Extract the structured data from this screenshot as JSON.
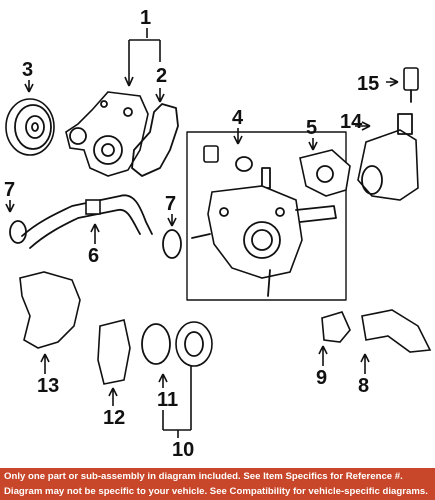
{
  "diagram": {
    "callouts": [
      "1",
      "2",
      "3",
      "4",
      "5",
      "6",
      "7",
      "7",
      "8",
      "9",
      "10",
      "11",
      "12",
      "13",
      "14",
      "15"
    ]
  },
  "footer": {
    "line1": "Only one part or sub-assembly in diagram included. See Item Specifics for Reference #.",
    "line2": "Diagram may not be specific to your vehicle. See Compatibility for vehicle-specific diagrams."
  },
  "colors": {
    "footer_bg": "#c8472a",
    "line": "#111111",
    "background": "#ffffff"
  }
}
